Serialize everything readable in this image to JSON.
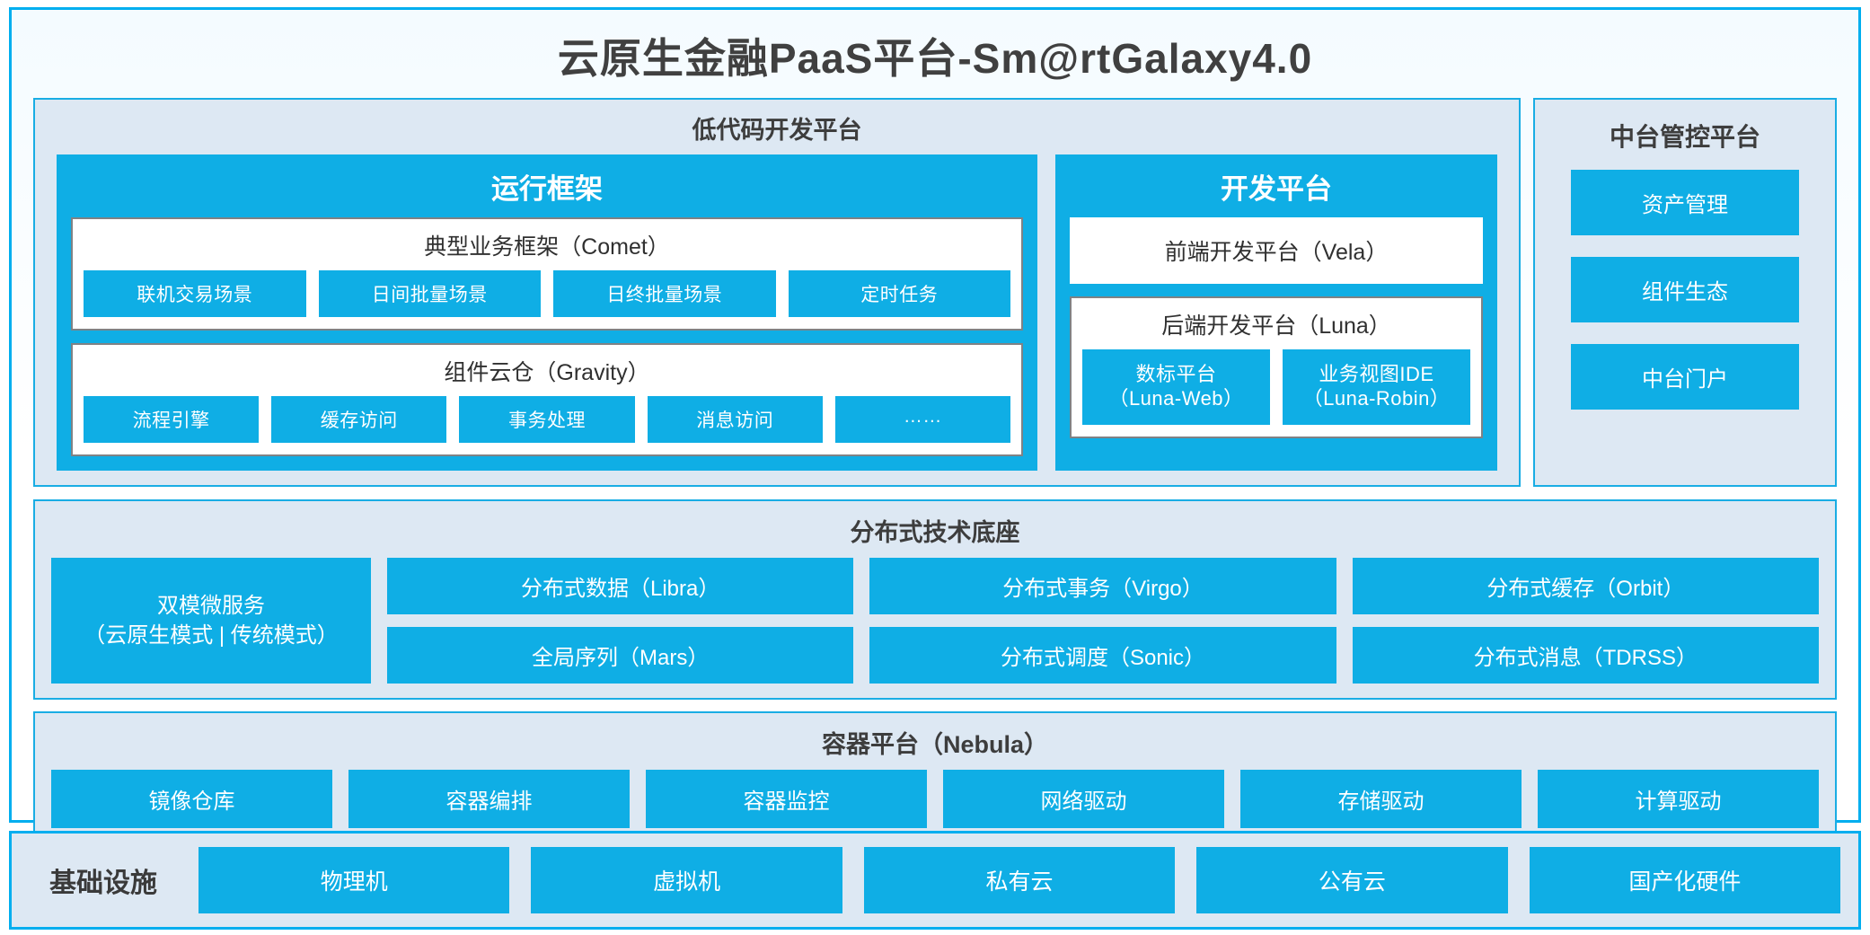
{
  "title": "云原生金融PaaS平台-Sm@rtGalaxy4.0",
  "colors": {
    "accent_blue": "#0FAEE5",
    "frame_blue": "#00AEEF",
    "panel_bg": "#DDE8F3",
    "card_border_grey": "#7F8285",
    "text_dark": "#3A3A3A"
  },
  "lowcode": {
    "title": "低代码开发平台",
    "runtime": {
      "title": "运行框架",
      "comet": {
        "title": "典型业务框架（Comet）",
        "chips": [
          "联机交易场景",
          "日间批量场景",
          "日终批量场景",
          "定时任务"
        ]
      },
      "gravity": {
        "title": "组件云仓（Gravity）",
        "chips": [
          "流程引擎",
          "缓存访问",
          "事务处理",
          "消息访问",
          "……"
        ]
      }
    },
    "devplatform": {
      "title": "开发平台",
      "frontend": "前端开发平台（Vela）",
      "backend": {
        "title": "后端开发平台（Luna）",
        "chips": [
          {
            "name": "数标平台",
            "code": "（Luna-Web）"
          },
          {
            "name": "业务视图IDE",
            "code": "（Luna-Robin）"
          }
        ]
      }
    }
  },
  "midplatform": {
    "title": "中台管控平台",
    "items": [
      "资产管理",
      "组件生态",
      "中台门户"
    ]
  },
  "disttech": {
    "title": "分布式技术底座",
    "wide": {
      "line1": "双模微服务",
      "line2": "（云原生模式 | 传统模式）"
    },
    "columns": [
      [
        "分布式数据（Libra）",
        "全局序列（Mars）"
      ],
      [
        "分布式事务（Virgo）",
        "分布式调度（Sonic）"
      ],
      [
        "分布式缓存（Orbit）",
        "分布式消息（TDRSS）"
      ]
    ]
  },
  "container": {
    "title": "容器平台（Nebula）",
    "items": [
      "镜像仓库",
      "容器编排",
      "容器监控",
      "网络驱动",
      "存储驱动",
      "计算驱动"
    ]
  },
  "infrastructure": {
    "label": "基础设施",
    "items": [
      "物理机",
      "虚拟机",
      "私有云",
      "公有云",
      "国产化硬件"
    ]
  }
}
